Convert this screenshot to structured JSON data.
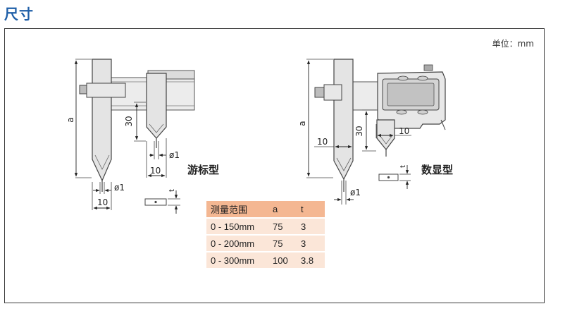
{
  "title": "尺寸",
  "unit_note": "单位：mm",
  "vernier": {
    "type_label": "游标型",
    "dim_a": "a",
    "dim_30": "30",
    "dim_phi1_upper": "ø1",
    "dim_10_upper": "10",
    "dim_phi1_lower": "ø1",
    "dim_10_lower": "10",
    "dim_t": "t"
  },
  "digital": {
    "type_label": "数显型",
    "dim_a": "a",
    "dim_30": "30",
    "dim_10_right": "10",
    "dim_10_left": "10",
    "dim_phi1": "ø1",
    "dim_t": "t"
  },
  "table": {
    "headers": [
      "测量范围",
      "a",
      "t"
    ],
    "rows": [
      [
        "0 - 150mm",
        "75",
        "3"
      ],
      [
        "0 - 200mm",
        "75",
        "3"
      ],
      [
        "0 - 300mm",
        "100",
        "3.8"
      ]
    ]
  }
}
